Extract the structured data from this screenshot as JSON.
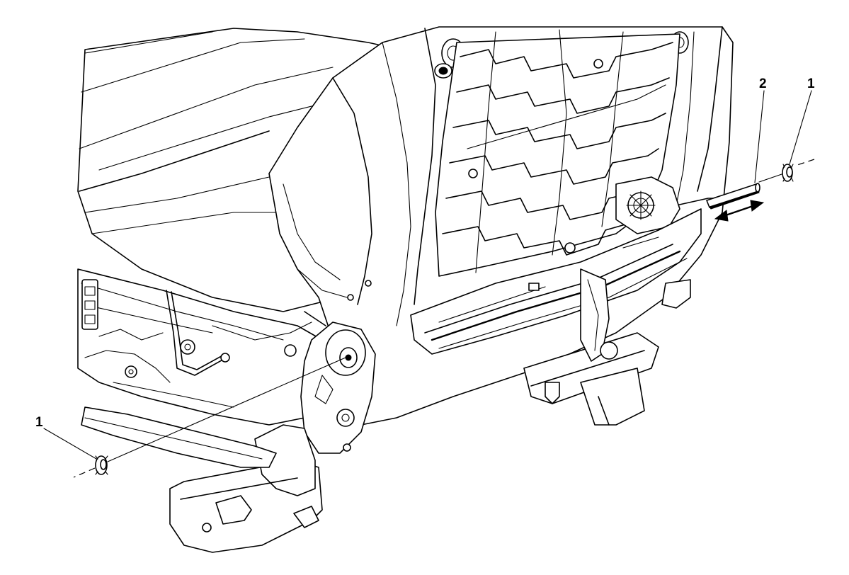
{
  "diagram": {
    "callouts": [
      {
        "id": "callout-1-left",
        "label": "1"
      },
      {
        "id": "callout-2",
        "label": "2"
      },
      {
        "id": "callout-1-right",
        "label": "1"
      }
    ]
  }
}
